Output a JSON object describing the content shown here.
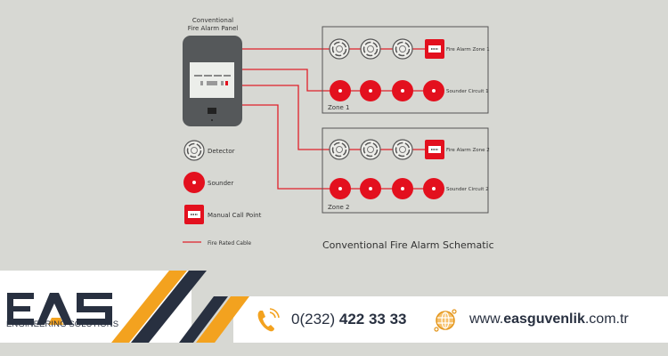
{
  "diagram": {
    "panel_title_line1": "Conventional",
    "panel_title_line2": "Fire Alarm Panel",
    "zone1": {
      "label": "Zone 1",
      "detector_line_label": "Fire Alarm Zone 1",
      "sounder_line_label": "Sounder Circuit 1"
    },
    "zone2": {
      "label": "Zone 2",
      "detector_line_label": "Fire Alarm Zone 2",
      "sounder_line_label": "Sounder Circuit 2"
    },
    "legend": {
      "detector": "Detector",
      "sounder": "Sounder",
      "manual_call_point": "Manual Call Point",
      "cable": "Fire Rated Cable"
    },
    "caption": "Conventional Fire Alarm Schematic",
    "colors": {
      "cable": "#e0202a",
      "sounder": "#e3101e",
      "panel": "#55585a",
      "box_border": "#555555"
    }
  },
  "banner": {
    "logo_text": "EAS",
    "logo_subtitle": "ENGINEERING SOLUTIONS",
    "phone_prefix": "0(232) ",
    "phone_number": "422 33 33",
    "web_prefix": "www.",
    "web_domain": "easguvenlik",
    "web_suffix": ".com.tr",
    "icons": {
      "phone": "phone-icon",
      "web": "globe-icon"
    },
    "colors": {
      "accent": "#f3a21f",
      "dark": "#283040"
    }
  }
}
